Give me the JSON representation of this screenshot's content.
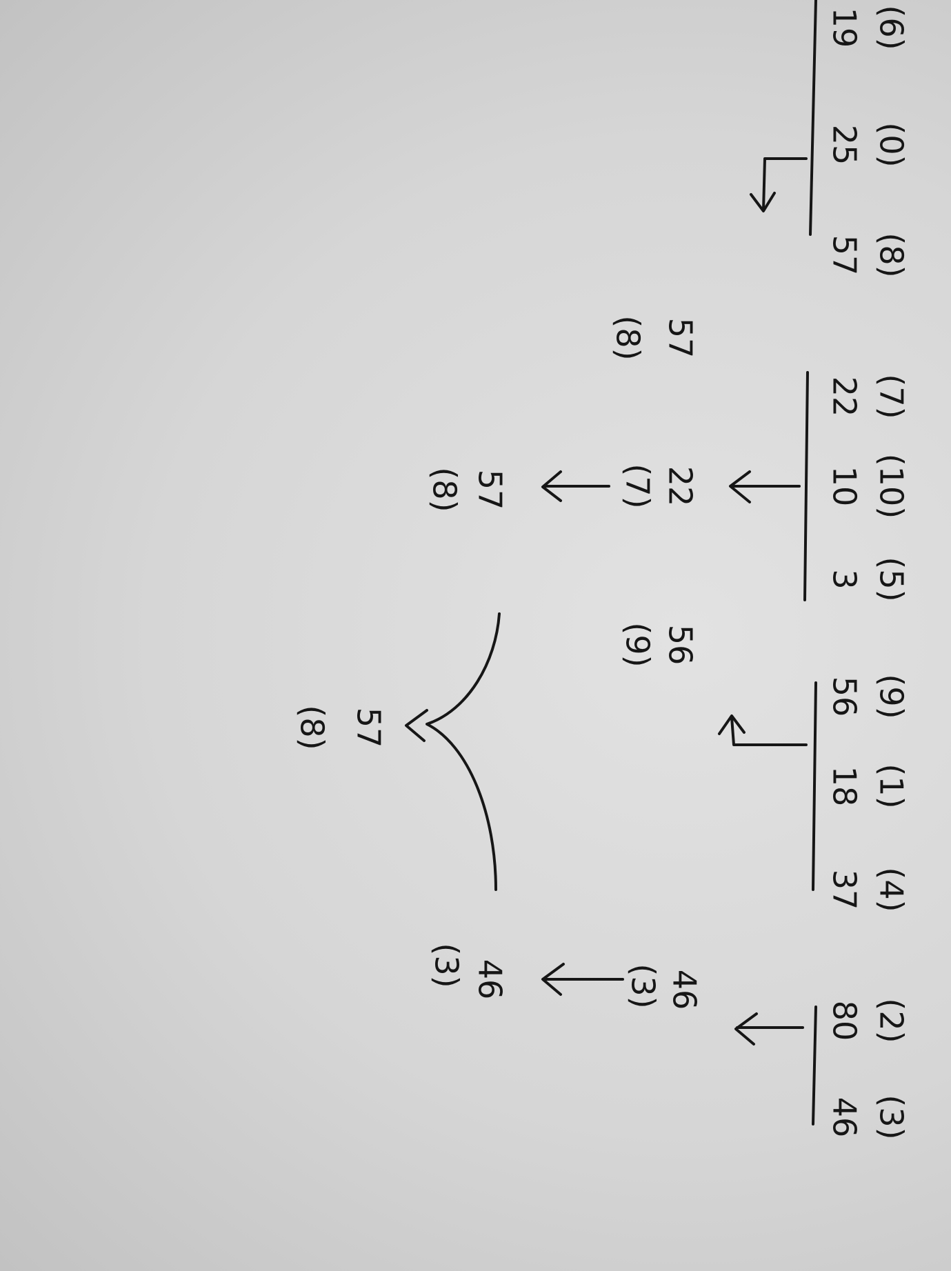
{
  "top_row": {
    "groups": [
      {
        "numbers": [
          "19",
          "25",
          "57"
        ],
        "tags": [
          "(6)",
          "(0)",
          "(8)"
        ]
      },
      {
        "numbers": [
          "22",
          "10",
          "3"
        ],
        "tags": [
          "(7)",
          "(10)",
          "(5)"
        ]
      },
      {
        "numbers": [
          "56",
          "18",
          "37"
        ],
        "tags": [
          "(9)",
          "(1)",
          "(4)"
        ]
      },
      {
        "numbers": [
          "80",
          "46"
        ],
        "tags": [
          "(2)",
          "(3)"
        ]
      }
    ]
  },
  "middle_row": {
    "items": [
      {
        "number": "57",
        "tag": "(8)"
      },
      {
        "number": "22",
        "tag": "(7)"
      },
      {
        "number": "56",
        "tag": "(9)"
      },
      {
        "number": "46",
        "tag": "(3)"
      }
    ]
  },
  "lower_row": {
    "items": [
      {
        "number": "57",
        "tag": "(8)"
      },
      {
        "number": "46",
        "tag": "(3)"
      }
    ]
  },
  "result": {
    "number": "57",
    "tag": "(8)"
  },
  "ink_color": "#161616",
  "paper_color": "#d9d9d9",
  "orientation": "rotated 90 degrees clockwise",
  "icons": [
    "bent-arrow-icon",
    "down-arrow-icon",
    "merge-brace-icon"
  ]
}
